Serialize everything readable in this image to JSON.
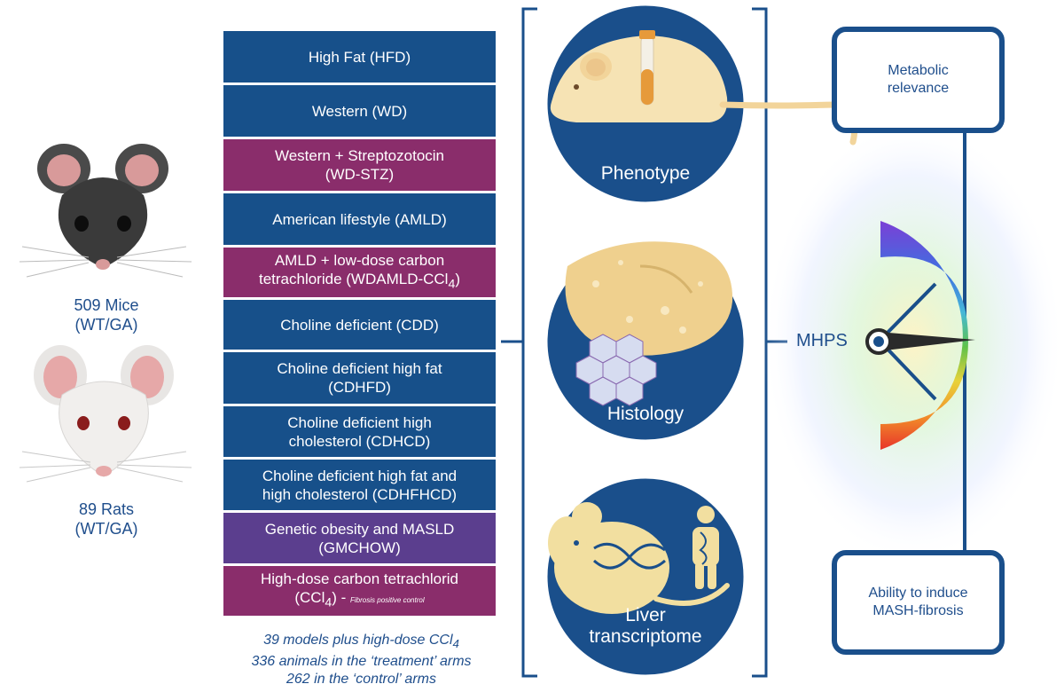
{
  "animals": {
    "mice_count": "509 Mice",
    "mice_type": "(WT/GA)",
    "rats_count": "89 Rats",
    "rats_type": "(WT/GA)"
  },
  "diets": [
    {
      "line1": "High Fat (HFD)",
      "line2": "",
      "color": "#17508a"
    },
    {
      "line1": "Western (WD)",
      "line2": "",
      "color": "#17508a"
    },
    {
      "line1": "Western + Streptozotocin",
      "line2": "(WD-STZ)",
      "color": "#8a2d6b"
    },
    {
      "line1": "American lifestyle (AMLD)",
      "line2": "",
      "color": "#17508a"
    },
    {
      "line1": "AMLD + low-dose carbon",
      "line2": "tetrachloride (WDAMLD-CCl",
      "sub": "4",
      "after": ")",
      "color": "#8a2d6b"
    },
    {
      "line1": "Choline deficient (CDD)",
      "line2": "",
      "color": "#17508a"
    },
    {
      "line1": "Choline deficient high fat",
      "line2": "(CDHFD)",
      "color": "#17508a"
    },
    {
      "line1": "Choline deficient high",
      "line2": "cholesterol (CDHCD)",
      "color": "#17508a"
    },
    {
      "line1": "Choline deficient high fat and",
      "line2": "high cholesterol (CDHFHCD)",
      "color": "#17508a"
    },
    {
      "line1": "Genetic obesity and MASLD",
      "line2": "(GMCHOW)",
      "color": "#5b3e8e"
    },
    {
      "line1": "High-dose carbon tetrachlorid",
      "line2": "(CCl",
      "sub": "4",
      "after": ") - ",
      "note": "Fibrosis positive control",
      "color": "#8a2d6b"
    }
  ],
  "summary": {
    "line1": "39 models plus high-dose CCl",
    "line1_sub": "4",
    "line2": "336 animals in the ‘treatment’ arms",
    "line3": "262 in the ‘control’ arms"
  },
  "circles": {
    "phenotype": "Phenotype",
    "histology": "Histology",
    "transcriptome_line1": "Liver",
    "transcriptome_line2": "transcriptome"
  },
  "gauge": {
    "label": "MHPS",
    "top_box_line1": "Metabolic",
    "top_box_line2": "relevance",
    "bottom_box_line1": "Ability to induce",
    "bottom_box_line2": "MASH-fibrosis"
  },
  "colors": {
    "navy": "#1a4f8b",
    "diet_blue": "#17508a",
    "diet_purple": "#8a2d6b",
    "diet_violet": "#5b3e8e"
  }
}
